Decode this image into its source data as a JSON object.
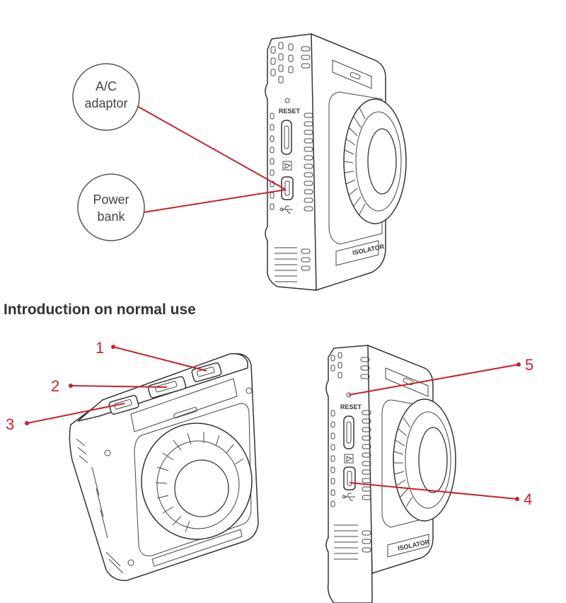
{
  "bubbles": {
    "ac_line1": "A/C",
    "ac_line2": "adaptor",
    "power_line1": "Power",
    "power_line2": "bank"
  },
  "device_labels": {
    "reset": "RESET",
    "brand": "ISOLATOR"
  },
  "section_heading": "Introduction on normal use",
  "callouts": {
    "n1": "1",
    "n2": "2",
    "n3": "3",
    "n4": "4",
    "n5": "5"
  },
  "colors": {
    "accent": "#c8222e",
    "outline": "#333333",
    "bubble_border": "#555555"
  }
}
